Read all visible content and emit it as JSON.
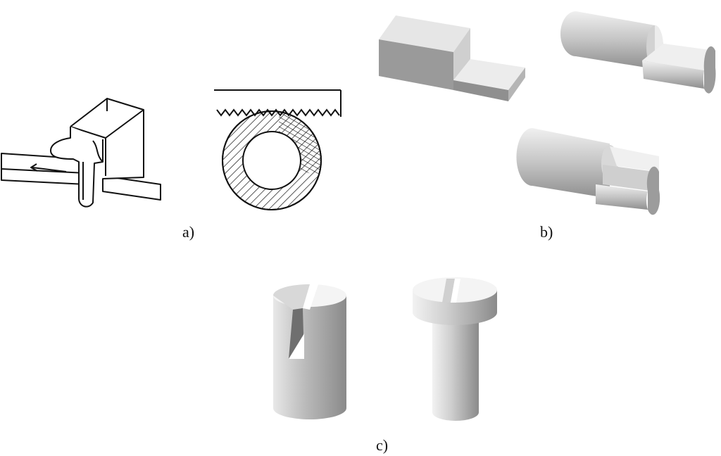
{
  "captions": {
    "a": "a)",
    "b": "b)",
    "c": "c)"
  },
  "colors": {
    "line": "#111111",
    "face_light": "#ececec",
    "face_mid": "#bdbdbd",
    "face_dark": "#8e8e8e"
  }
}
